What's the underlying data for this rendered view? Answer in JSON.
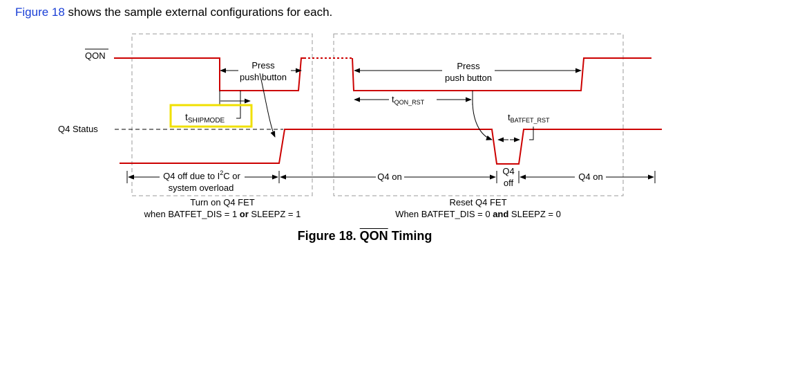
{
  "intro": {
    "link_text": "Figure 18",
    "rest_text": " shows the sample external configurations for each."
  },
  "signals": {
    "qon": "QON",
    "q4_status": "Q4  Status"
  },
  "labels": {
    "press_1_line1": "Press",
    "press_1_line2": "push button",
    "press_2_line1": "Press",
    "press_2_line2": "push button",
    "t_shipmode_main": "t",
    "t_shipmode_sub": "SHIPMODE",
    "t_qon_rst_main": "t",
    "t_qon_rst_sub": "QON_RST",
    "t_batfet_rst_main": "t",
    "t_batfet_rst_sub": "BATFET_RST",
    "q4_off_line1_a": "Q4 off due to I",
    "q4_off_line1_sup": "2",
    "q4_off_line1_b": "C or",
    "q4_off_line2": "system overload",
    "q4_on_1": "Q4 on",
    "q4_off_short_1": "Q4",
    "q4_off_short_2": "off",
    "q4_on_2": "Q4 on"
  },
  "sections": {
    "left_title": "Turn on Q4 FET",
    "left_cond_a": "when BATFET_DIS = 1 ",
    "left_cond_bold": "or",
    "left_cond_b": " SLEEPZ = 1",
    "right_title": "Reset Q4 FET",
    "right_cond_a": "When BATFET_DIS = 0 ",
    "right_cond_bold": "and",
    "right_cond_b": " SLEEPZ = 0"
  },
  "caption": {
    "prefix": "Figure 18.  ",
    "signal": "QON",
    "suffix": " Timing"
  },
  "colors": {
    "signal": "#cc0000",
    "highlight": "#f0e000",
    "link": "#1a3fd6",
    "box_dash": "#999999"
  }
}
